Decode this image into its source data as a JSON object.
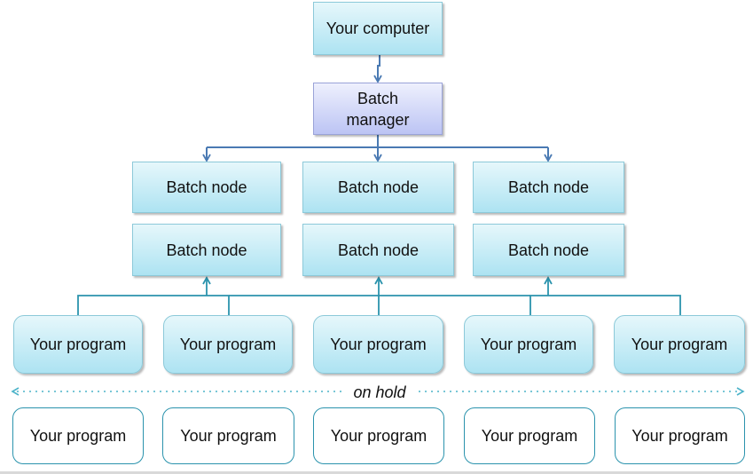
{
  "computer": {
    "label": "Your computer"
  },
  "manager": {
    "label": "Batch\nmanager"
  },
  "nodes": [
    {
      "label": "Batch node"
    },
    {
      "label": "Batch node"
    },
    {
      "label": "Batch node"
    },
    {
      "label": "Batch node"
    },
    {
      "label": "Batch node"
    },
    {
      "label": "Batch node"
    }
  ],
  "running_programs": [
    {
      "label": "Your program"
    },
    {
      "label": "Your program"
    },
    {
      "label": "Your program"
    },
    {
      "label": "Your program"
    },
    {
      "label": "Your program"
    }
  ],
  "hold_label": "on hold",
  "held_programs": [
    {
      "label": "Your program"
    },
    {
      "label": "Your program"
    },
    {
      "label": "Your program"
    },
    {
      "label": "Your program"
    },
    {
      "label": "Your program"
    }
  ],
  "colors": {
    "connector": "#4a7ab3",
    "feed_line": "#2b93ad",
    "dotted_line": "#4cb3c9"
  }
}
